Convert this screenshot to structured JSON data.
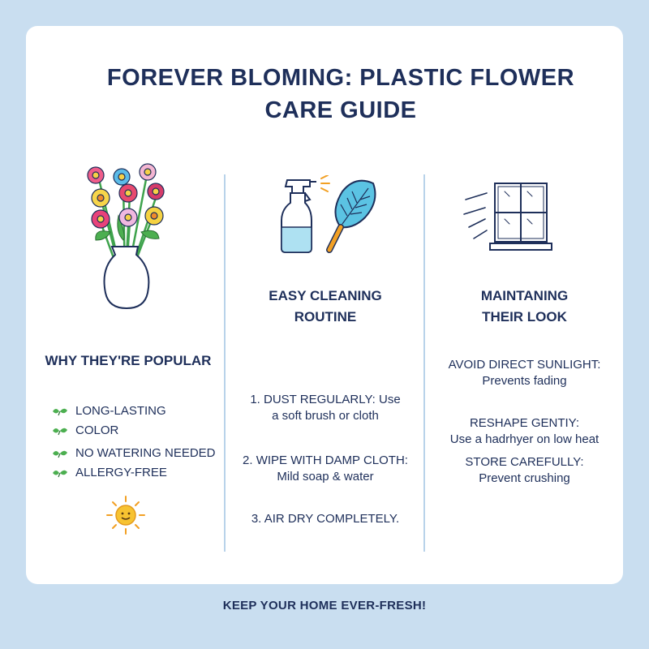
{
  "title": {
    "line1": "FOREVER BLOMING: PLASTIC FLOWER",
    "line2": "CARE GUIDE"
  },
  "popular": {
    "heading": "WHY THEY'RE POPULAR",
    "items": [
      "LONG-LASTING",
      "COLOR",
      "NO WATERING NEEDED",
      "ALLERGY-FREE"
    ],
    "icon": "leaf-check-icon"
  },
  "cleaning": {
    "heading_line1": "EASY CLEANING",
    "heading_line2": "ROUTINE",
    "step1_line1": "1. DUST REGULARLY: Use",
    "step1_line2": "a soft brush or cloth",
    "step2_line1": "2. WIPE WITH DAMP CLOTH:",
    "step2_line2": "Mild soap & water",
    "step3": "3. AIR DRY COMPLETELY."
  },
  "maintaining": {
    "heading_line1": "MAINTANING",
    "heading_line2": "THEIR LOOK",
    "tip1_title": "AVOID DIRECT SUNLIGHT:",
    "tip1_text": "Prevents fading",
    "tip2_title": "RESHAPE GENTIY:",
    "tip2_text": "Use a hadrhyer on low heat",
    "tip3_title": "STORE CAREFULLY:",
    "tip3_text": "Prevent crushing"
  },
  "icons": [
    "flower-vase-icon",
    "spray-bottle-icon",
    "feather-duster-icon",
    "window-sunlight-icon",
    "sun-icon"
  ],
  "colors": {
    "background": "#c9def0",
    "card": "#ffffff",
    "text": "#1e2f5a",
    "divider": "#b9d3ea",
    "leaf": "#4caf50"
  },
  "footer": "KEEP YOUR HOME EVER-FRESH!"
}
